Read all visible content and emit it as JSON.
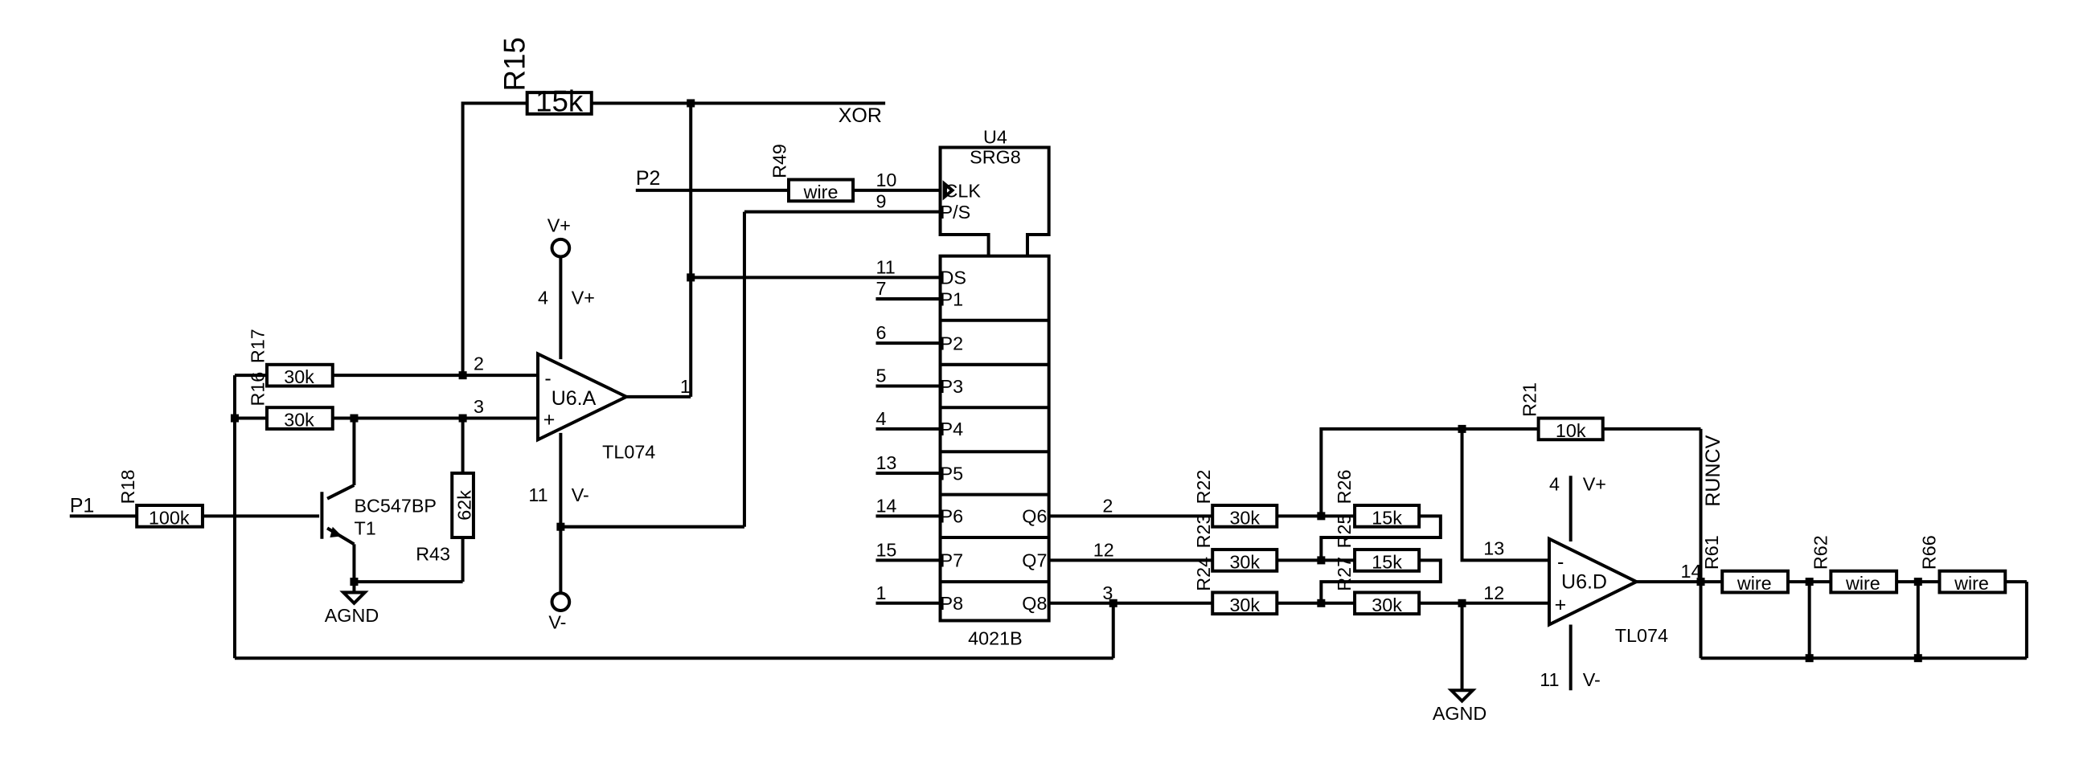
{
  "resistors": {
    "r15": {
      "ref": "R15",
      "value": "15k"
    },
    "r17": {
      "ref": "R17",
      "value": "30k"
    },
    "r16": {
      "ref": "R16",
      "value": "30k"
    },
    "r18": {
      "ref": "R18",
      "value": "100k"
    },
    "r43": {
      "ref": "R43",
      "value": "62k"
    },
    "r49": {
      "ref": "R49",
      "value": "wire"
    },
    "r22": {
      "ref": "R22",
      "value": "30k"
    },
    "r23": {
      "ref": "R23",
      "value": "30k"
    },
    "r24": {
      "ref": "R24",
      "value": "30k"
    },
    "r26": {
      "ref": "R26",
      "value": "15k"
    },
    "r25": {
      "ref": "R25",
      "value": "15k"
    },
    "r27": {
      "ref": "R27",
      "value": "30k"
    },
    "r21": {
      "ref": "R21",
      "value": "10k"
    },
    "r61": {
      "ref": "R61",
      "value": "wire"
    },
    "r62": {
      "ref": "R62",
      "value": "wire"
    },
    "r66": {
      "ref": "R66",
      "value": "wire"
    }
  },
  "nets": {
    "xor": "XOR",
    "p1": "P1",
    "p2": "P2",
    "runcv": "RUNCV",
    "agnd": "AGND",
    "vplus": "V+",
    "vminus": "V-"
  },
  "opamp_a": {
    "name": "U6.A",
    "part": "TL074",
    "pin_minus": "2",
    "pin_plus": "3",
    "pin_out": "1",
    "pin_vplus": "4",
    "pin_vminus": "11",
    "sign_minus": "-",
    "sign_plus": "+"
  },
  "opamp_d": {
    "name": "U6.D",
    "part": "TL074",
    "pin_minus": "13",
    "pin_plus": "12",
    "pin_out": "14",
    "pin_vplus": "4",
    "pin_vminus": "11",
    "sign_minus": "-",
    "sign_plus": "+"
  },
  "transistor": {
    "ref": "T1",
    "part": "BC547BP"
  },
  "shift_register": {
    "ref": "U4",
    "type": "SRG8",
    "part": "4021B",
    "clk": {
      "pin": "10",
      "label": "CLK"
    },
    "ps": {
      "pin": "9",
      "label": "P/S"
    },
    "ds": {
      "pin": "11",
      "label": "DS"
    },
    "inputs": [
      {
        "pin": "7",
        "label": "P1"
      },
      {
        "pin": "6",
        "label": "P2"
      },
      {
        "pin": "5",
        "label": "P3"
      },
      {
        "pin": "4",
        "label": "P4"
      },
      {
        "pin": "13",
        "label": "P5"
      },
      {
        "pin": "14",
        "label": "P6"
      },
      {
        "pin": "15",
        "label": "P7"
      },
      {
        "pin": "1",
        "label": "P8"
      }
    ],
    "outputs": [
      {
        "label": "Q6",
        "pin": "2"
      },
      {
        "label": "Q7",
        "pin": "12"
      },
      {
        "label": "Q8",
        "pin": "3"
      }
    ]
  }
}
